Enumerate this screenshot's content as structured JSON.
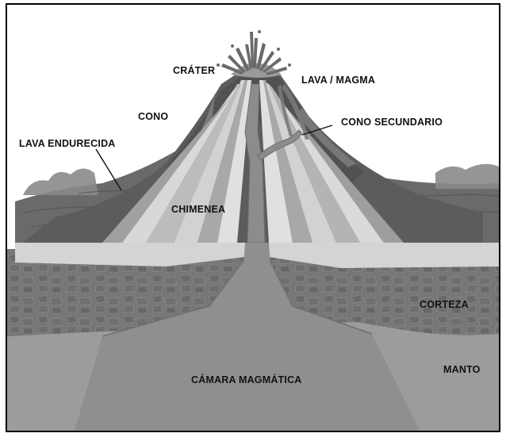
{
  "diagram": {
    "labels": {
      "crater": "CRÁTER",
      "lava_magma": "LAVA / MAGMA",
      "cono": "CONO",
      "cono_secundario": "CONO SECUNDARIO",
      "lava_endurecida": "LAVA ENDURECIDA",
      "chimenea": "CHIMENEA",
      "corteza": "CORTEZA",
      "manto": "MANTO",
      "camara_magmatica": "CÁMARA MAGMÁTICA"
    },
    "colors": {
      "border": "#000000",
      "mantle": "#9a9a9a",
      "crust": "#7a7a7a",
      "light_band": "#d6d6d6",
      "cone_dark": "#5e5e5e",
      "lava_light": "#cfcfcf",
      "conduit": "#8e8e8e"
    }
  }
}
